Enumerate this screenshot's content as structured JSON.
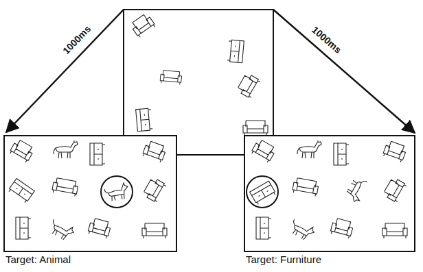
{
  "diagram": {
    "nodes": [
      {
        "text": [
          "Target: Animal"
        ]
      },
      {
        "text": [
          "Target: Furniture"
        ]
      }
    ],
    "labels": [
      "1000ms",
      "1000ms"
    ]
  }
}
